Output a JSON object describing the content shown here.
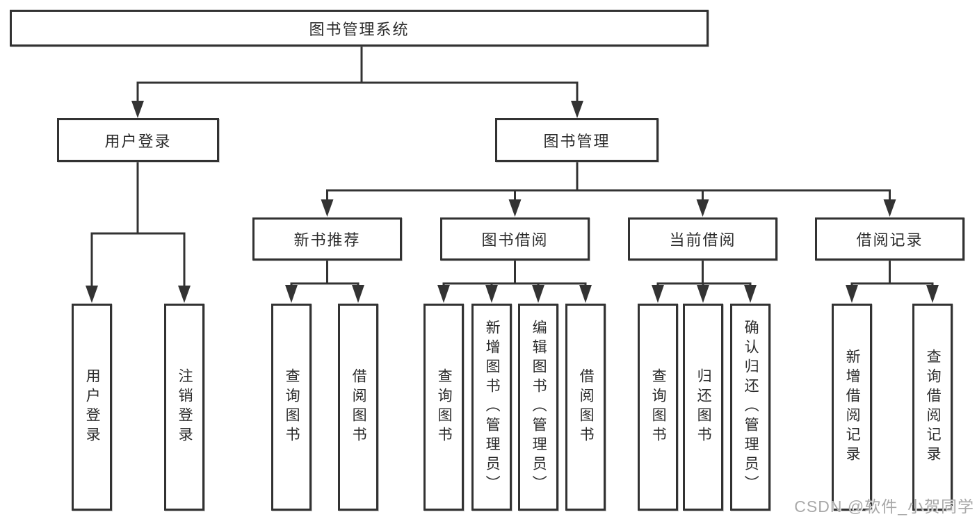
{
  "diagram": {
    "root": {
      "label": "图书管理系统"
    },
    "branches": [
      {
        "label": "用户登录",
        "children": [
          {
            "label": "用户登录"
          },
          {
            "label": "注销登录"
          }
        ]
      },
      {
        "label": "图书管理",
        "children": [
          {
            "label": "新书推荐",
            "children": [
              {
                "label": "查询图书"
              },
              {
                "label": "借阅图书"
              }
            ]
          },
          {
            "label": "图书借阅",
            "children": [
              {
                "label": "查询图书"
              },
              {
                "label": "新增图书（管理员）"
              },
              {
                "label": "编辑图书（管理员）"
              },
              {
                "label": "借阅图书"
              }
            ]
          },
          {
            "label": "当前借阅",
            "children": [
              {
                "label": "查询图书"
              },
              {
                "label": "归还图书"
              },
              {
                "label": "确认归还（管理员）"
              }
            ]
          },
          {
            "label": "借阅记录",
            "children": [
              {
                "label": "新增借阅记录"
              },
              {
                "label": "查询借阅记录"
              }
            ]
          }
        ]
      }
    ]
  },
  "watermark": {
    "text": "CSDN @软件_小贺同学"
  },
  "colors": {
    "line": "#333333",
    "box_border": "#323232",
    "box_fill": "#ffffff",
    "text": "#2b2b2b",
    "watermark": "#a8a8a8",
    "background": "#ffffff"
  }
}
